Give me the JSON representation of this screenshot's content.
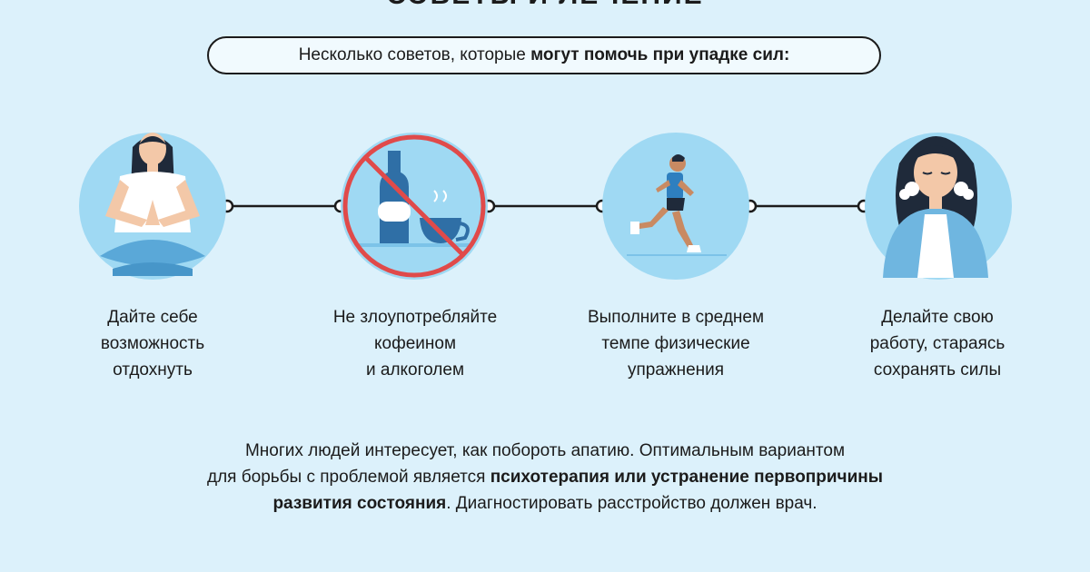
{
  "title": "СОВЕТЫ И ЛЕЧЕНИЕ",
  "intro": {
    "text": "Несколько советов, которые ",
    "bold": "могут помочь при упадке сил:"
  },
  "tips": [
    {
      "lines": [
        "Дайте себе",
        "возможность",
        "отдохнуть"
      ],
      "icon": "meditating-woman-icon"
    },
    {
      "lines": [
        "Не злоупотребляйте",
        "кофеином",
        "и алкоголем"
      ],
      "icon": "no-alcohol-coffee-icon"
    },
    {
      "lines": [
        "Выполните в среднем",
        "темпе физические",
        "упражнения"
      ],
      "icon": "running-man-icon"
    },
    {
      "lines": [
        "Делайте свою",
        "работу, стараясь",
        "сохранять силы"
      ],
      "icon": "tired-woman-icon"
    }
  ],
  "footer": {
    "line1": "Многих людей интересует, как побороть апатию. Оптимальным вариантом",
    "line2_plain": "для борьбы с проблемой является ",
    "line2_bold": "психотерапия или устранение первопричины",
    "line3_bold": "развития состояния",
    "line3_plain": ". Диагностировать расстройство должен врач."
  },
  "colors": {
    "background": "#dcf1fb",
    "circle": "#9fd9f3",
    "prohibition": "#e04a4a",
    "text": "#1b1b1b"
  }
}
